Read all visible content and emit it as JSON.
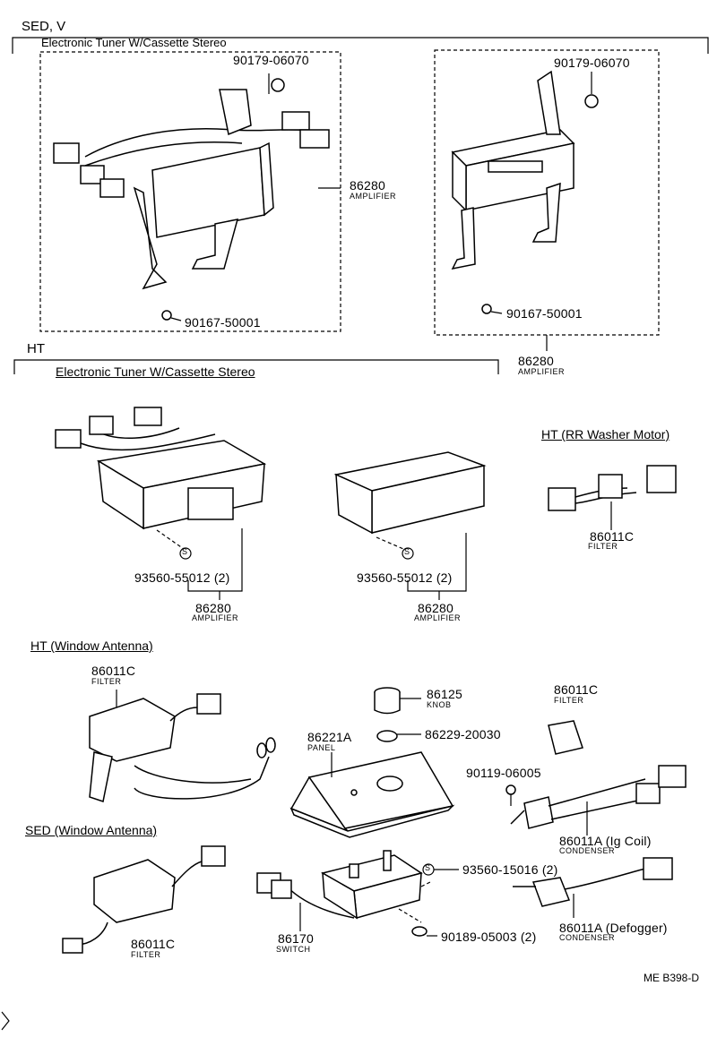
{
  "sections": {
    "sed_v": "SED, V",
    "ht": "HT"
  },
  "groups": {
    "sedv_tuner": "Electronic Tuner W/Cassette Stereo",
    "ht_tuner": "Electronic Tuner W/Cassette Stereo",
    "ht_rr_washer": "HT (RR Washer Motor)",
    "ht_window_antenna": "HT (Window Antenna)",
    "sed_window_antenna": "SED (Window Antenna)"
  },
  "parts": {
    "p1_nut": "90179-06070",
    "p1_amp_no": "86280",
    "p1_amp_name": "AMPLIFIER",
    "p1_screw": "90167-50001",
    "p2_nut": "90179-06070",
    "p2_screw": "90167-50001",
    "p2_amp_no": "86280",
    "p2_amp_name": "AMPLIFIER",
    "p3_screw": "93560-55012 (2)",
    "p3_amp_no": "86280",
    "p3_amp_name": "AMPLIFIER",
    "p4_screw": "93560-55012 (2)",
    "p4_amp_no": "86280",
    "p4_amp_name": "AMPLIFIER",
    "p5_filter_no": "86011C",
    "p5_filter_name": "FILTER",
    "p6_filter_no": "86011C",
    "p6_filter_name": "FILTER",
    "knob_no": "86125",
    "knob_name": "KNOB",
    "nut2": "86229-20030",
    "panel_no": "86221A",
    "panel_name": "PANEL",
    "p7_filter_no": "86011C",
    "p7_filter_name": "FILTER",
    "bolt": "90119-06005",
    "cond1_no": "86011A (Ig Coil)",
    "cond1_name": "CONDENSER",
    "switch_screw": "93560-15016 (2)",
    "switch_nut": "90189-05003 (2)",
    "switch_no": "86170",
    "switch_name": "SWITCH",
    "p8_filter_no": "86011C",
    "p8_filter_name": "FILTER",
    "cond2_no": "86011A (Defogger)",
    "cond2_name": "CONDENSER"
  },
  "screw_mark": "S",
  "diagram_code": "ME B398-D"
}
